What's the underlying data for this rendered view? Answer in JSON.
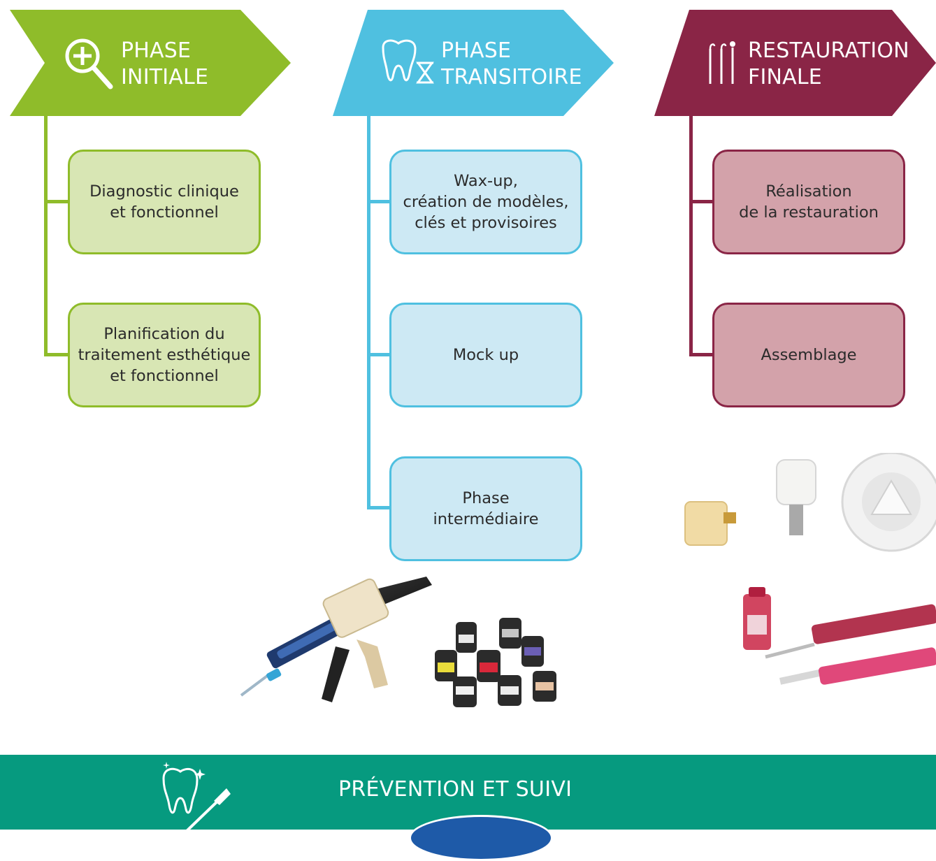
{
  "phases": [
    {
      "title_lines": [
        "PHASE",
        "INITIALE"
      ],
      "color": "#8fbc2a",
      "box_fill": "#d8e6b4",
      "icon": "magnifier-plus-icon",
      "steps": [
        [
          "Diagnostic clinique",
          "et fonctionnel"
        ],
        [
          "Planification du",
          "traitement esthétique",
          "et fonctionnel"
        ]
      ]
    },
    {
      "title_lines": [
        "PHASE",
        "TRANSITOIRE"
      ],
      "color": "#4fc0e0",
      "box_fill": "#cde9f4",
      "icon": "tooth-hourglass-icon",
      "steps": [
        [
          "Wax-up,",
          "création de modèles,",
          "clés et provisoires"
        ],
        [
          "Mock up"
        ],
        [
          "Phase",
          "intermédiaire"
        ]
      ]
    },
    {
      "title_lines": [
        "RESTAURATION",
        "FINALE"
      ],
      "color": "#8a2546",
      "box_fill": "#d3a2aa",
      "icon": "dental-instruments-icon",
      "steps": [
        [
          "Réalisation",
          "de la restauration"
        ],
        [
          "Assemblage"
        ]
      ]
    }
  ],
  "footer": {
    "title": "PRÉVENTION ET SUIVI",
    "color": "#069a7f",
    "icon": "tooth-toothbrush-icon"
  },
  "product_images": [
    "dispensing-gun-product-image",
    "stain-bottles-product-image",
    "cad-cam-blocks-product-image",
    "cement-syringes-product-image"
  ]
}
